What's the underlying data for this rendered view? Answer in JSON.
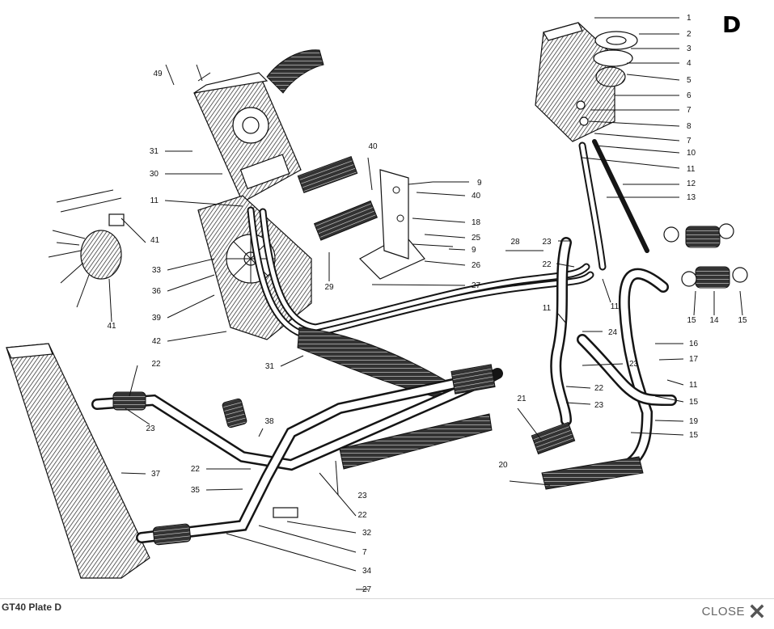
{
  "plate_letter": "D",
  "caption": "GT40 Plate D",
  "close_label": "CLOSE",
  "icons": {
    "close": "close-x-icon"
  },
  "callouts": [
    "1",
    "2",
    "3",
    "4",
    "5",
    "6",
    "7",
    "8",
    "7",
    "10",
    "11",
    "12",
    "13",
    "9",
    "40",
    "18",
    "25",
    "9",
    "26",
    "27",
    "28",
    "23",
    "22",
    "11",
    "11",
    "24",
    "23",
    "22",
    "23",
    "21",
    "20",
    "16",
    "17",
    "11",
    "15",
    "19",
    "15",
    "15",
    "14",
    "15",
    "49",
    "31",
    "30",
    "11",
    "40",
    "41",
    "33",
    "36",
    "39",
    "41",
    "29",
    "42",
    "31",
    "22",
    "23",
    "37",
    "38",
    "22",
    "35",
    "23",
    "22",
    "32",
    "7",
    "34",
    "27"
  ]
}
